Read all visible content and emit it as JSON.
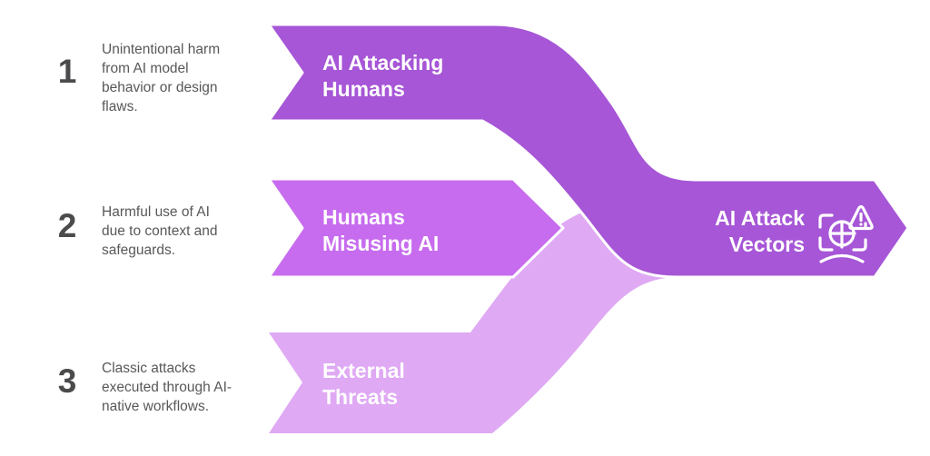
{
  "steps": [
    {
      "number": "1",
      "description": "Unintentional harm\nfrom AI model\nbehavior or design\nflaws.",
      "label": "AI Attacking\nHumans",
      "color": "#a656d6"
    },
    {
      "number": "2",
      "description": "Harmful use of AI\ndue to context and\nsafeguards.",
      "label": "Humans\nMisusing AI",
      "color": "#c76cee"
    },
    {
      "number": "3",
      "description": "Classic attacks\nexecuted through AI-\nnative workflows.",
      "label": "External\nThreats",
      "color": "#dfa9f4"
    }
  ],
  "result": {
    "label": "AI Attack\nVectors",
    "color": "#a656d6",
    "icon": "face-scan-warning-icon"
  },
  "colors": {
    "background": "#ffffff",
    "separator": "#ffffff",
    "number_text": "#4b4b4d",
    "description_text": "#58585a",
    "banner_text": "#ffffff"
  }
}
